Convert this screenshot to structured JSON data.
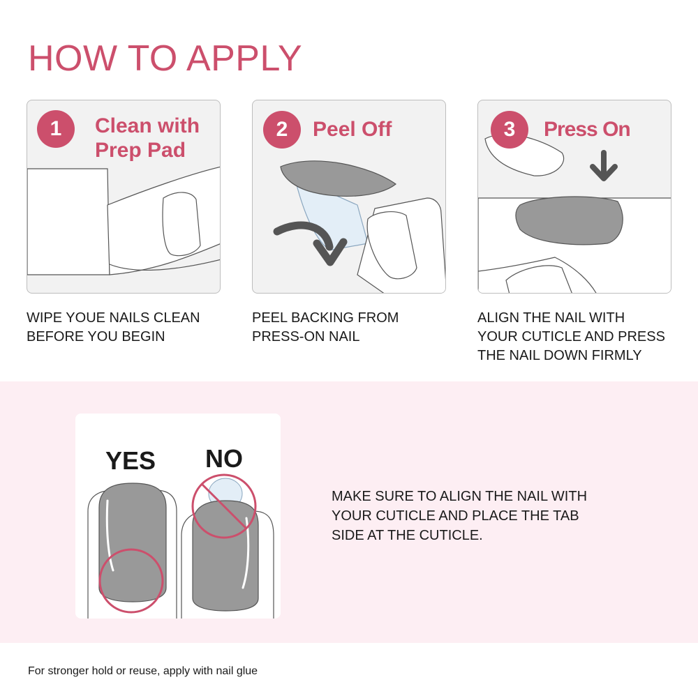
{
  "title": "HOW TO APPLY",
  "steps": [
    {
      "number": "1",
      "label_line1": "Clean with",
      "label_line2": "Prep Pad",
      "desc_line1": "WIPE YOUE NAILS CLEAN",
      "desc_line2": "BEFORE YOU BEGIN"
    },
    {
      "number": "2",
      "label_line1": "Peel Off",
      "desc_line1": "PEEL BACKING FROM",
      "desc_line2": "PRESS-ON NAIL"
    },
    {
      "number": "3",
      "label_line1": "Press On",
      "desc_line1": "ALIGN THE NAIL WITH",
      "desc_line2": "YOUR CUTICLE AND PRESS",
      "desc_line3": "THE NAIL DOWN FIRMLY"
    }
  ],
  "compare": {
    "yes_label": "YES",
    "no_label": "NO"
  },
  "tip": {
    "line1": "MAKE SURE TO ALIGN THE NAIL WITH",
    "line2": "YOUR CUTICLE AND PLACE THE TAB",
    "line3": "SIDE AT THE CUTICLE."
  },
  "footnote": "For stronger hold or reuse, apply with nail glue",
  "colors": {
    "accent": "#cc4f6c",
    "nail_gray": "#999999",
    "pink_background": "#fdeef3",
    "card_background": "#f2f2f2"
  }
}
